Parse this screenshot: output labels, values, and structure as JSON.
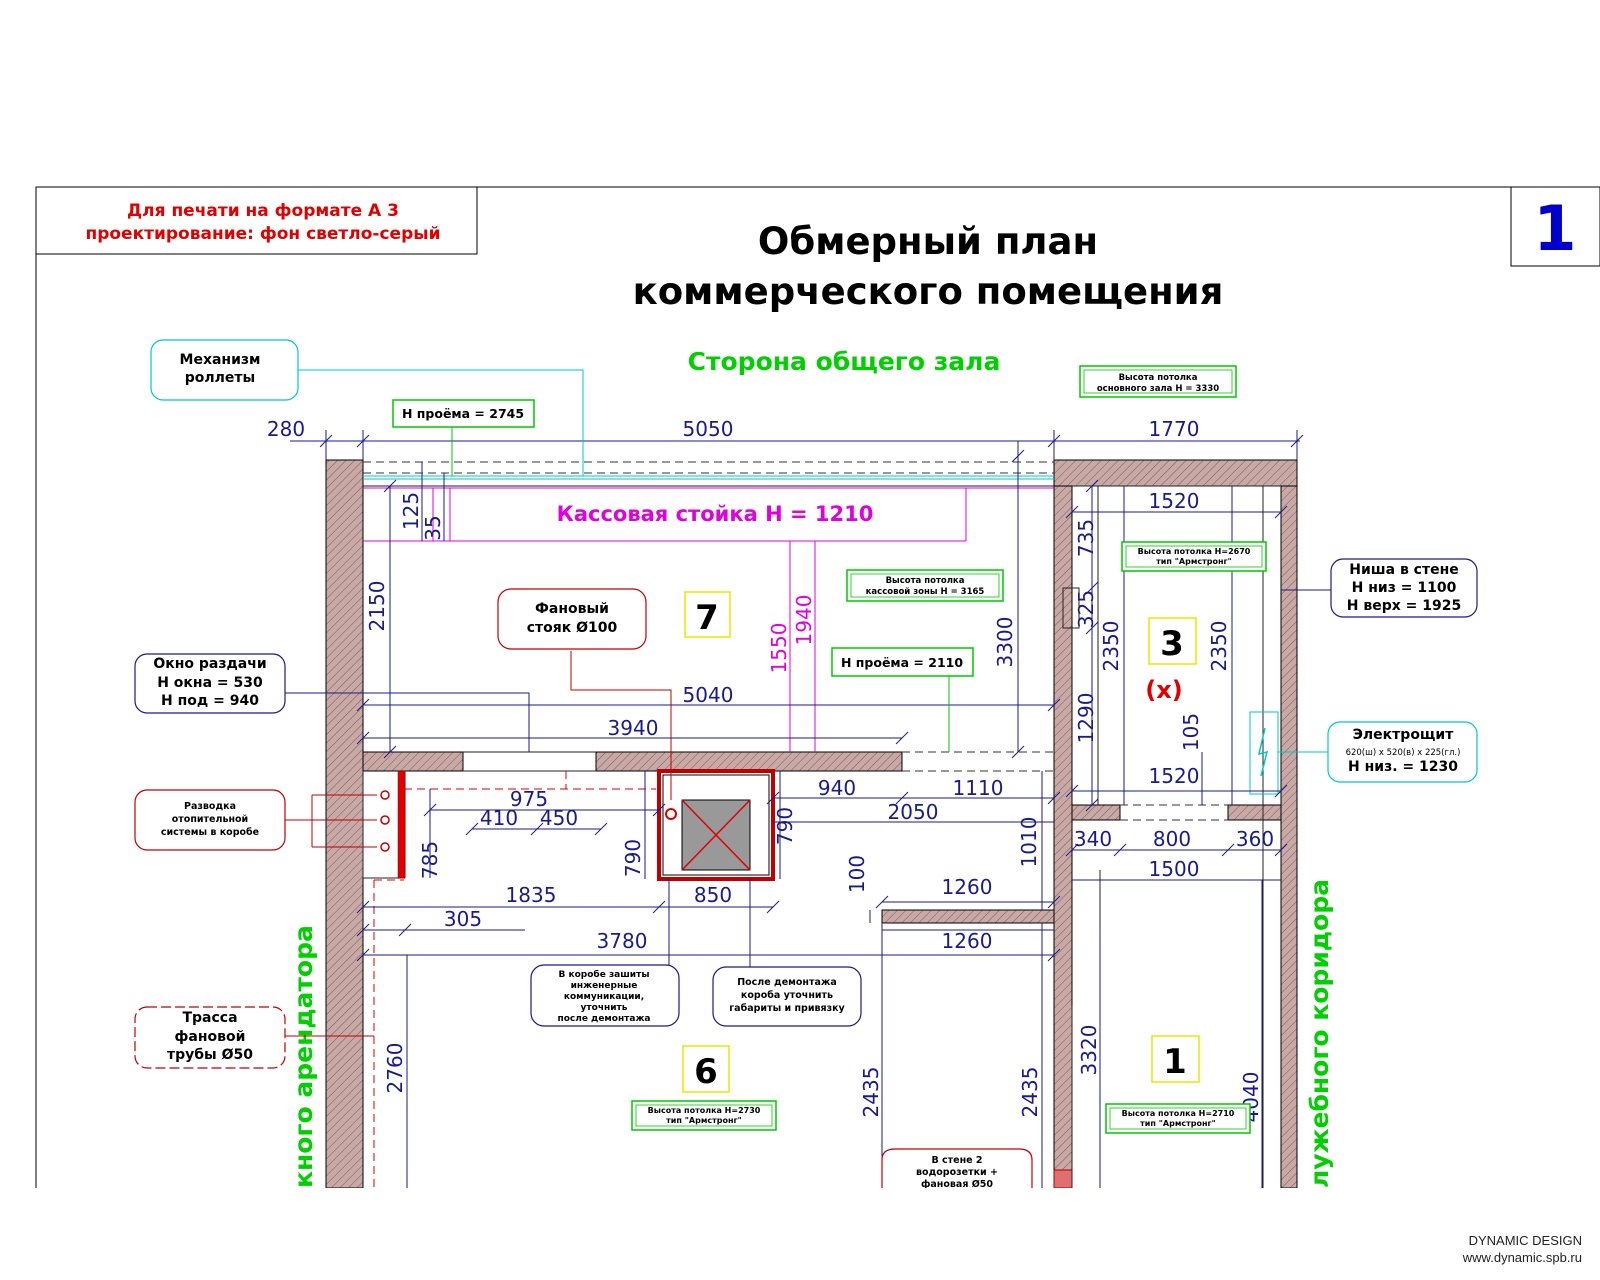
{
  "print_note": {
    "line1": "Для печати на формате А 3",
    "line2": "проектирование: фон светло-серый"
  },
  "sheet_number": "1",
  "title": {
    "line1": "Обмерный план",
    "line2": "коммерческого помещения"
  },
  "side_labels": {
    "top": "Сторона общего зала",
    "left": "кного арендатора",
    "right": "лужебного коридора"
  },
  "callouts": {
    "roller": [
      "Механизм",
      "роллеты"
    ],
    "window": [
      "Окно раздачи",
      "Н окна = 530",
      "Н под = 940"
    ],
    "heating": [
      "Разводка",
      "отопительной",
      "системы в коробе"
    ],
    "fan_pipe": [
      "Трасса",
      "фановой",
      "трубы Ø50"
    ],
    "riser": [
      "Фановый",
      "стояк Ø100"
    ],
    "niche": [
      "Ниша в стене",
      "Н низ = 1100",
      "Н верх = 1925"
    ],
    "panel": [
      "Электрощит",
      "620(ш) x 520(в) x 225(гл.)",
      "Н низ. = 1230"
    ],
    "box_hidden": [
      "В коробе зашиты",
      "инженерные",
      "коммуникации,",
      "уточнить",
      "после демонтажа"
    ],
    "box_after": [
      "После демонтажа",
      "короба уточнить",
      "габариты и привязку"
    ],
    "wall_outlets": [
      "В стене 2",
      "водорозетки +",
      "фановая Ø50"
    ]
  },
  "notes": {
    "opening_top": "Н проёма = 2745",
    "ceiling_main": [
      "Высота потолка",
      "основного зала Н = 3330"
    ],
    "counter": "Кассовая стойка Н = 1210",
    "ceiling_cash": [
      "Высота потолка",
      "кассовой зоны Н = 3165"
    ],
    "opening_mid": "Н проёма = 2110",
    "ceiling_3": [
      "Высота потолка Н=2670",
      "тип \"Армстронг\""
    ],
    "ceiling_6": [
      "Высота потолка Н=2730",
      "тип \"Армстронг\""
    ],
    "ceiling_1": [
      "Высота потолка Н=2710",
      "тип \"Армстронг\""
    ]
  },
  "rooms": {
    "r7": "7",
    "r3": "3",
    "r3_mark": "(x)",
    "r6": "6",
    "r1": "1"
  },
  "dims": {
    "d280": "280",
    "d5050": "5050",
    "d1770": "1770",
    "d1520a": "1520",
    "d735": "735",
    "d2150": "2150",
    "d125": "125",
    "d35": "35",
    "d1550": "1550",
    "d1940": "1940",
    "d3300": "3300",
    "d325": "325",
    "d2350a": "2350",
    "d2350b": "2350",
    "d5040": "5040",
    "d3940": "3940",
    "d1290": "1290",
    "d105": "105",
    "d1520b": "1520",
    "d975": "975",
    "d410": "410",
    "d450": "450",
    "d940": "940",
    "d1110": "1110",
    "d2050": "2050",
    "d790a": "790",
    "d790b": "790",
    "d785": "785",
    "d340": "340",
    "d800": "800",
    "d360": "360",
    "d1010": "1010",
    "d1500": "1500",
    "d1835": "1835",
    "d850": "850",
    "d100": "100",
    "d1260a": "1260",
    "d305": "305",
    "d3780": "3780",
    "d1260b": "1260",
    "d2760": "2760",
    "d3320": "3320",
    "d2435a": "2435",
    "d2435b": "2435",
    "d4040": "4040"
  },
  "footer": {
    "brand": "DYNAMIC DESIGN",
    "url": "www.dynamic.spb.ru"
  },
  "colors": {
    "dim_blue": "#1a1a8c",
    "note_green": "#00c800",
    "counter_magenta": "#e000e0",
    "callout_cyan": "#00c8c8",
    "callout_navy": "#1a1a8c",
    "callout_red": "#c00000",
    "wall_fill": "#c9a9a6",
    "title_red": "#e00000",
    "sheet_blue": "#0000cc"
  }
}
